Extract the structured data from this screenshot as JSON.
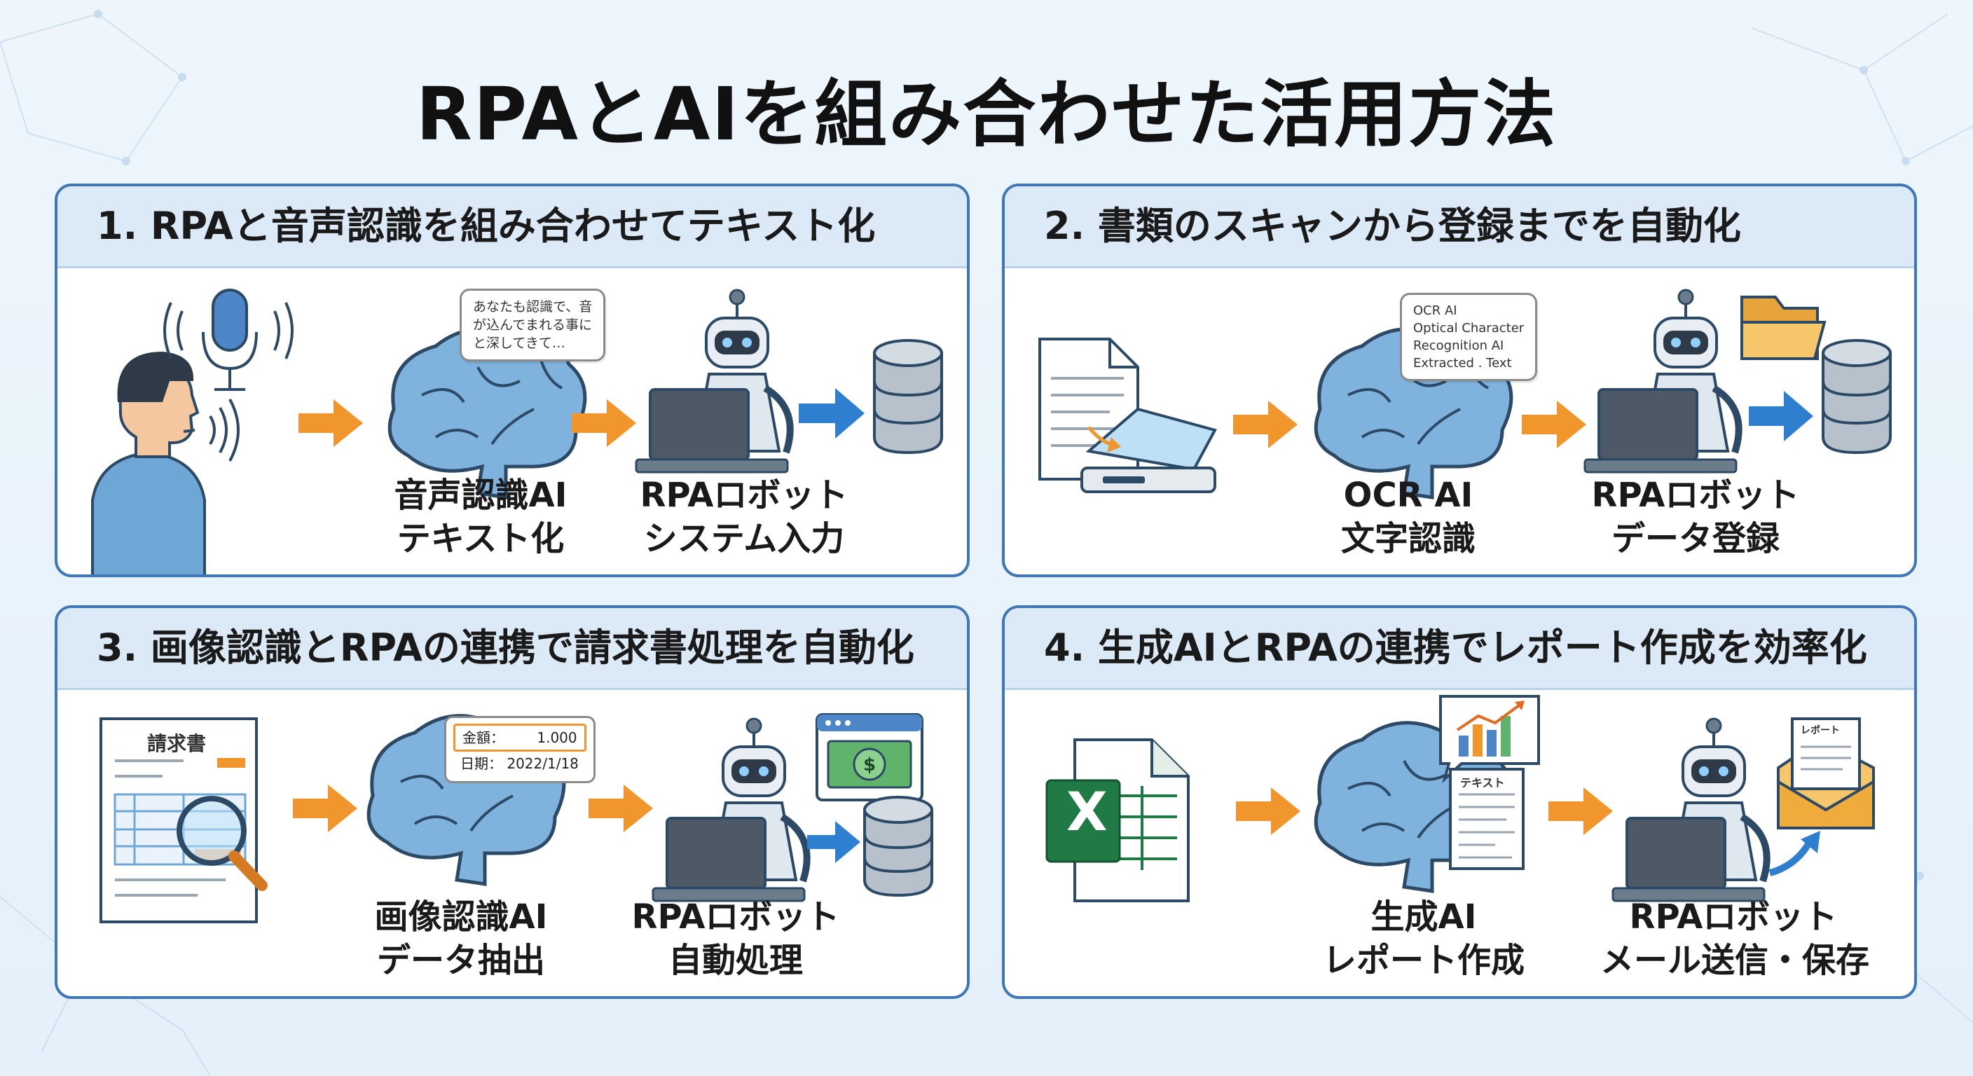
{
  "title": "RPAとAIを組み合わせた活用方法",
  "colors": {
    "panel_border": "#3f78b5",
    "header_bg": "#dceaf7",
    "arrow_orange": "#f0962d",
    "arrow_blue": "#2f7fd0",
    "brain": "#6fa7d6"
  },
  "panels": [
    {
      "heading": "1. RPAと音声認識を組み合わせてテキスト化",
      "bubble": [
        "あなたも認識で、音",
        "が込んでまれる事に",
        "と深してきて…"
      ],
      "step1": [
        "音声認識AI",
        "テキスト化"
      ],
      "step2": [
        "RPAロボット",
        "システム入力"
      ],
      "icons": [
        "person-speaking-icon",
        "microphone-icon",
        "brain-icon",
        "robot-computer-icon",
        "database-icon"
      ]
    },
    {
      "heading": "2. 書類のスキャンから登録までを自動化",
      "bubble": [
        "OCR AI",
        "Optical Character",
        "Recognition AI",
        "Extracted . Text"
      ],
      "step1": [
        "OCR AI",
        "文字認識"
      ],
      "step2": [
        "RPAロボット",
        "データ登録"
      ],
      "icons": [
        "document-icon",
        "scanner-icon",
        "brain-icon",
        "robot-computer-icon",
        "folder-icon",
        "database-icon"
      ]
    },
    {
      "heading": "3. 画像認識とRPAの連携で請求書処理を自動化",
      "doc_title": "請求書",
      "amount_label": "金額：",
      "amount_value": "1.000",
      "date_label": "日期：",
      "date_value": "2022/1/18",
      "step1": [
        "画像認識AI",
        "データ抽出"
      ],
      "step2": [
        "RPAロボット",
        "自動処理"
      ],
      "icons": [
        "invoice-icon",
        "magnifier-icon",
        "brain-icon",
        "robot-computer-icon",
        "money-window-icon",
        "database-icon"
      ]
    },
    {
      "heading": "4. 生成AIとRPAの連携でレポート作成を効率化",
      "excel_letter": "X",
      "note_title": "テキスト",
      "report_title": "レポート",
      "step1": [
        "生成AI",
        "レポート作成"
      ],
      "step2": [
        "RPAロボット",
        "メール送信・保存"
      ],
      "icons": [
        "excel-icon",
        "brain-icon",
        "chart-icon",
        "text-note-icon",
        "robot-computer-icon",
        "envelope-report-icon"
      ]
    }
  ]
}
